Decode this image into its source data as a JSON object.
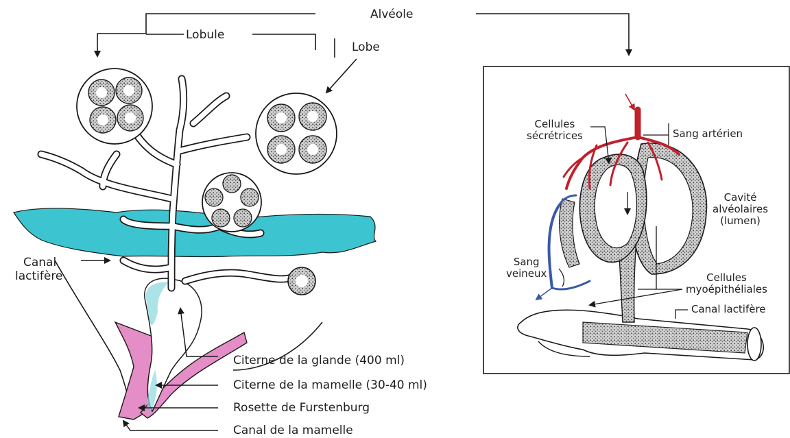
{
  "labels": {
    "alveole": "Alvéole",
    "lobule": "Lobule",
    "lobe": "Lobe",
    "canal_lactifere_left": [
      "Canal",
      "lactifère"
    ],
    "citerne_glande": "Citerne de la glande (400 ml)",
    "citerne_mamelle": "Citerne de la mamelle (30-40 ml)",
    "rosette": "Rosette de Furstenburg",
    "canal_mamelle": "Canal de la mamelle",
    "cellules_secretrices": [
      "Cellules",
      "sécrétrices"
    ],
    "sang_arteriel": "Sang artérien",
    "cavite": [
      "Cavité",
      "alvéolaires",
      "(lumen)"
    ],
    "sang_veineux": [
      "Sang",
      "veineux"
    ],
    "cellules_myo": [
      "Cellules",
      "myoépithéliales"
    ],
    "canal_lactifere_right": "Canal lactifère"
  },
  "colors": {
    "fat_pad": "#3cc4d0",
    "teat_wall": "#e58dc6",
    "cistern": "#8fd9df",
    "artery": "#c0202c",
    "vein": "#3a5aa8",
    "ink": "#1a1a1a"
  }
}
